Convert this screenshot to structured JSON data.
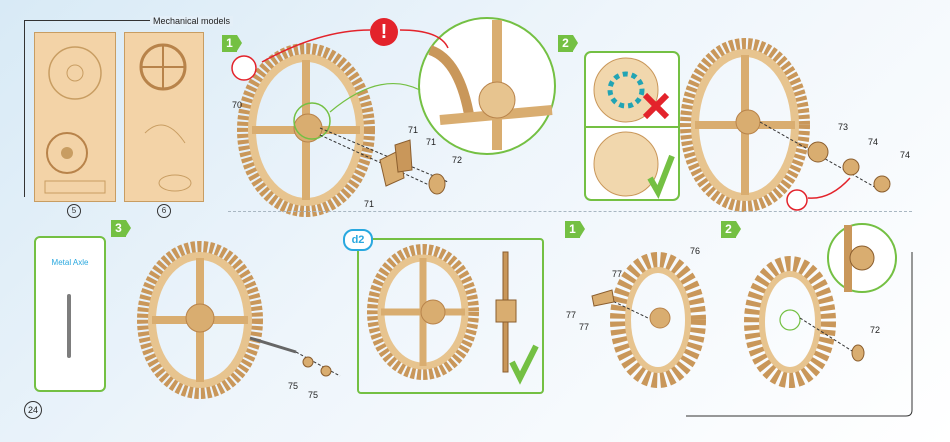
{
  "header": {
    "title": "Mechanical models"
  },
  "sheets": [
    {
      "number": "5"
    },
    {
      "number": "6"
    }
  ],
  "steps": [
    "1",
    "2",
    "3",
    "1",
    "2"
  ],
  "alert_symbol": "!",
  "part_labels": {
    "p70": "70",
    "p71a": "71",
    "p71b": "71",
    "p71c": "71",
    "p72a": "72",
    "p73": "73",
    "p74a": "74",
    "p74b": "74",
    "p75a": "75",
    "p75b": "75",
    "p76": "76",
    "p77a": "77",
    "p77b": "77",
    "p77c": "77",
    "p72b": "72"
  },
  "axle_panel": {
    "title": "Metal Axle"
  },
  "d2_badge": "d2",
  "page_number": "24",
  "colors": {
    "accent_green": "#74c043",
    "accent_blue": "#29a8df",
    "alert_red": "#e3232b",
    "wood": "#e7c48f"
  }
}
